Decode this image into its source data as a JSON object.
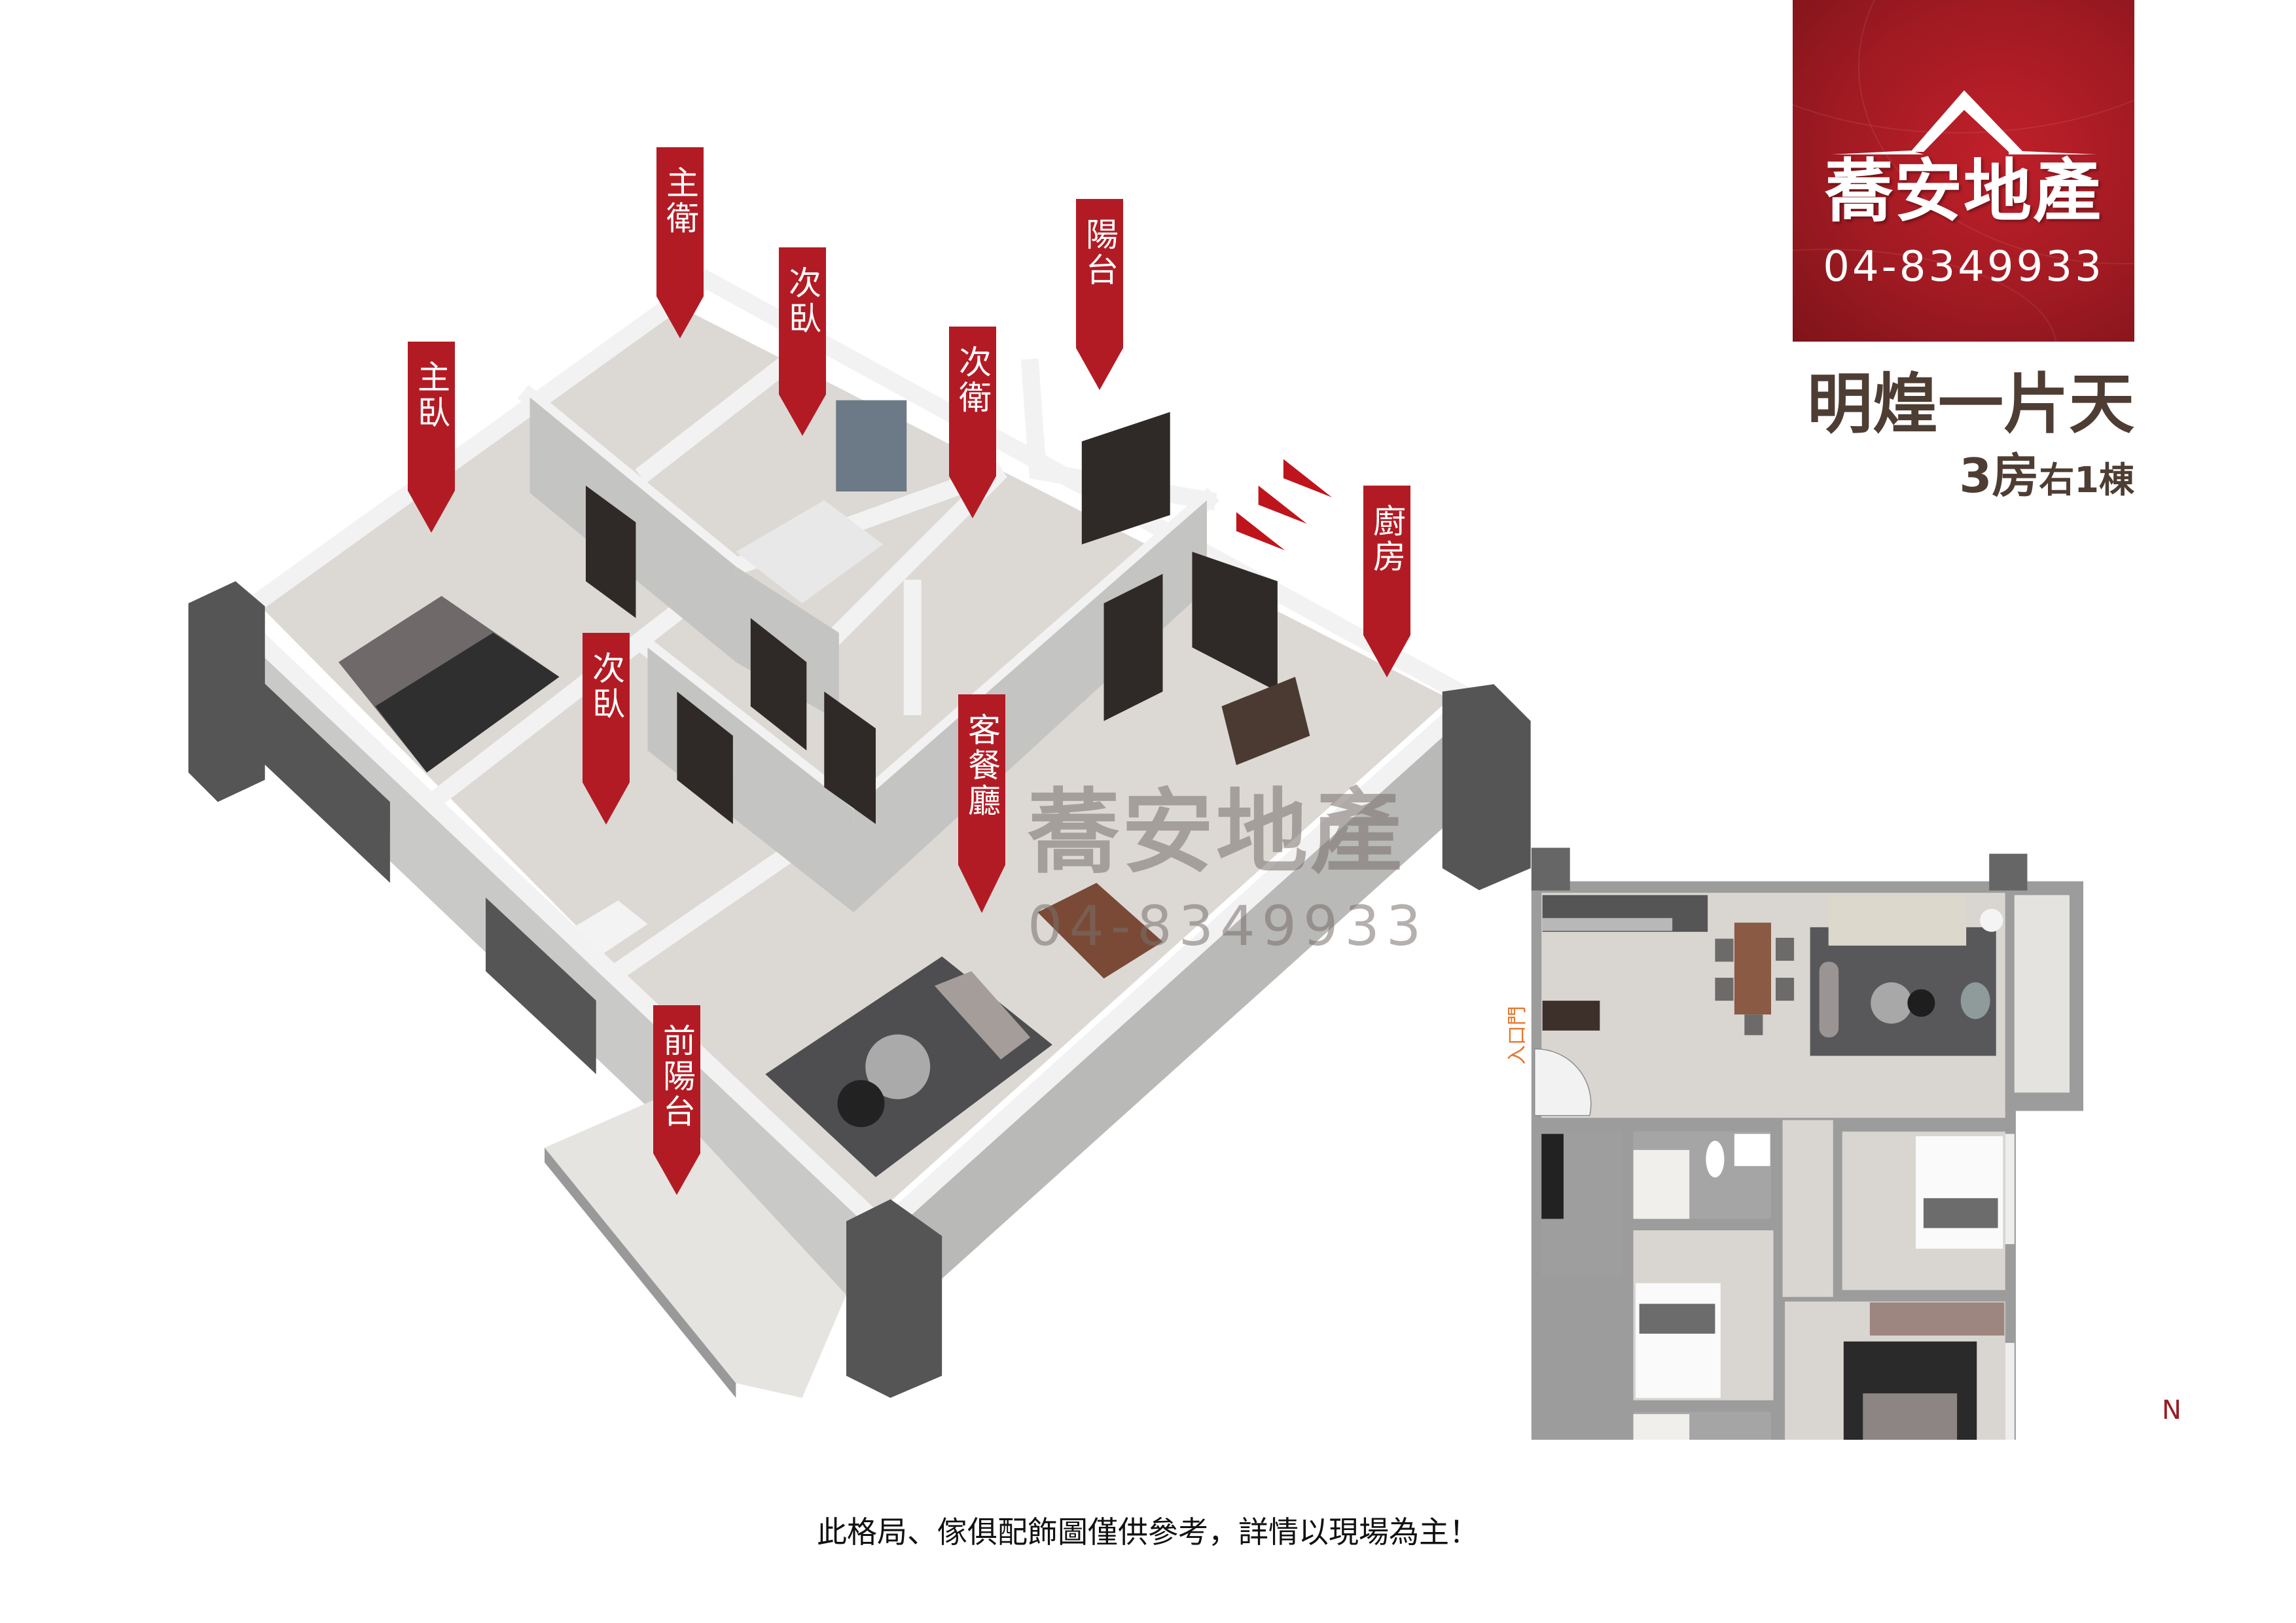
{
  "brand": {
    "name": "蕎安地產",
    "phone": "04-8349933"
  },
  "title": {
    "project": "明煌一片天",
    "unit_main": "3房",
    "unit_sub": "右1棟"
  },
  "room_labels": [
    {
      "label": "主衛"
    },
    {
      "label": "次臥"
    },
    {
      "label": "陽台"
    },
    {
      "label": "次衛"
    },
    {
      "label": "主臥"
    },
    {
      "label": "廚房"
    },
    {
      "label": "次臥"
    },
    {
      "label": "客餐廳"
    },
    {
      "label": "前陽台"
    }
  ],
  "watermark": {
    "name": "蕎安地產",
    "phone": "04-8349933"
  },
  "floor_plan": {
    "entrance_label": "入口門",
    "north_label": "N"
  },
  "disclaimer": "此格局、傢俱配飾圖僅供參考，詳情以現場為主！",
  "colors": {
    "brand_red": "#b31b24",
    "title_brown": "#4e3d33",
    "entrance_orange": "#e8742a"
  }
}
